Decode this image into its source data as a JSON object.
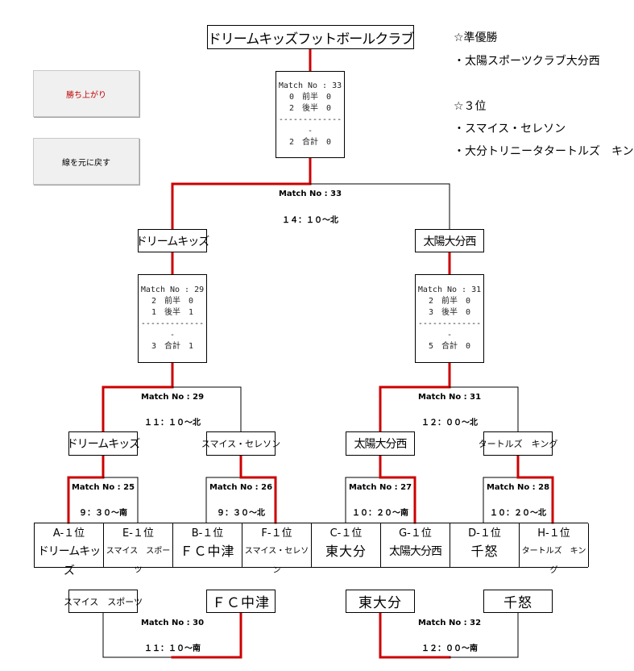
{
  "buttons": {
    "advance": "勝ち上がり",
    "reset": "線を元に戻す"
  },
  "champion": "ドリームキッズフットボールクラブ",
  "side": {
    "runner_up_heading": "☆準優勝",
    "runner_up": "・太陽スポーツクラブ大分西",
    "third_heading": "☆３位",
    "third_1": "・スマイス・セレソン",
    "third_2": "・大分トリニータタートルズ　キング"
  },
  "final": {
    "match_label": "Match No : 33",
    "time": "１４：１０～北",
    "left_team": "ドリームキッズ",
    "right_team": "太陽大分西",
    "score": {
      "no": "Match No : 33",
      "first": "0　前半　0",
      "second": "2　後半　0",
      "sep": "--------------",
      "total": "2　合計　0"
    }
  },
  "semi_left": {
    "match_label": "Match No : 29",
    "time": "１１：１０～北",
    "left_team": "ドリームキッズ",
    "right_team": "スマイス・セレソン",
    "score": {
      "no": "Match No : 29",
      "first": "2　前半　0",
      "second": "1　後半　1",
      "sep": "--------------",
      "total": "3　合計　1"
    }
  },
  "semi_right": {
    "match_label": "Match No : 31",
    "time": "１２：００～北",
    "left_team": "太陽大分西",
    "right_team": "タートルズ　キング",
    "score": {
      "no": "Match No : 31",
      "first": "2　前半　0",
      "second": "3　後半　0",
      "sep": "--------------",
      "total": "5　合計　0"
    }
  },
  "qf": [
    {
      "label": "Match No : 25",
      "time": "９：３０～南"
    },
    {
      "label": "Match No : 26",
      "time": "９：３０～北"
    },
    {
      "label": "Match No : 27",
      "time": "１０：２０～南"
    },
    {
      "label": "Match No : 28",
      "time": "１０：２０～北"
    }
  ],
  "seeds": [
    {
      "pos": "A-１位",
      "name": "ドリームキッズ"
    },
    {
      "pos": "E-１位",
      "name": "スマイス　スポーツ"
    },
    {
      "pos": "B-１位",
      "name": "ＦＣ中津"
    },
    {
      "pos": "F-１位",
      "name": "スマイス・セレソン"
    },
    {
      "pos": "C-１位",
      "name": "東大分"
    },
    {
      "pos": "G-１位",
      "name": "太陽大分西"
    },
    {
      "pos": "D-１位",
      "name": "千怒"
    },
    {
      "pos": "H-１位",
      "name": "タートルズ　キング"
    }
  ],
  "consolation": {
    "left": {
      "team_a": "スマイス　スポーツ",
      "team_b": "ＦＣ中津",
      "label": "Match No : 30",
      "time": "１１：１０～南"
    },
    "right": {
      "team_a": "東大分",
      "team_b": "千怒",
      "label": "Match No : 32",
      "time": "１２：００～南"
    }
  },
  "colors": {
    "winner_line": "#cc0000",
    "line": "#000000"
  }
}
